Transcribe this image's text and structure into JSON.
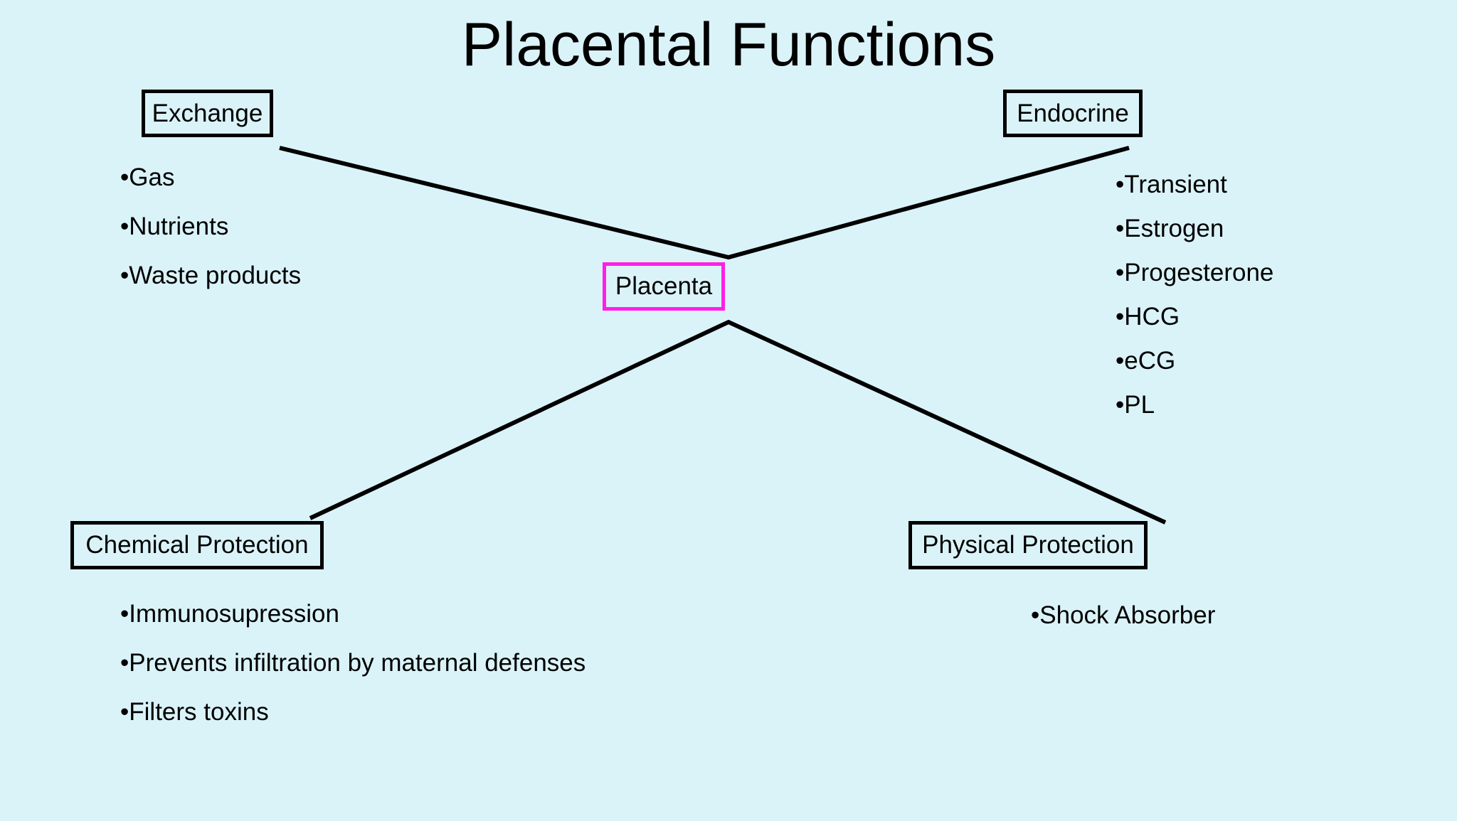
{
  "title": "Placental Functions",
  "center": {
    "label": "Placenta"
  },
  "nodes": {
    "exchange": {
      "label": "Exchange",
      "items": [
        "Gas",
        "Nutrients",
        "Waste products"
      ]
    },
    "endocrine": {
      "label": "Endocrine",
      "items": [
        "Transient",
        "Estrogen",
        "Progesterone",
        "HCG",
        "eCG",
        "PL"
      ]
    },
    "chemical": {
      "label": "Chemical Protection",
      "items": [
        "Immunosupression",
        "Prevents infiltration by maternal defenses",
        "Filters toxins"
      ]
    },
    "physical": {
      "label": "Physical Protection",
      "items": [
        "Shock Absorber"
      ]
    }
  },
  "colors": {
    "background": "#daf3f9",
    "center_border": "#ff1fe8",
    "box_border": "#000000",
    "line": "#000000",
    "text": "#000000"
  }
}
